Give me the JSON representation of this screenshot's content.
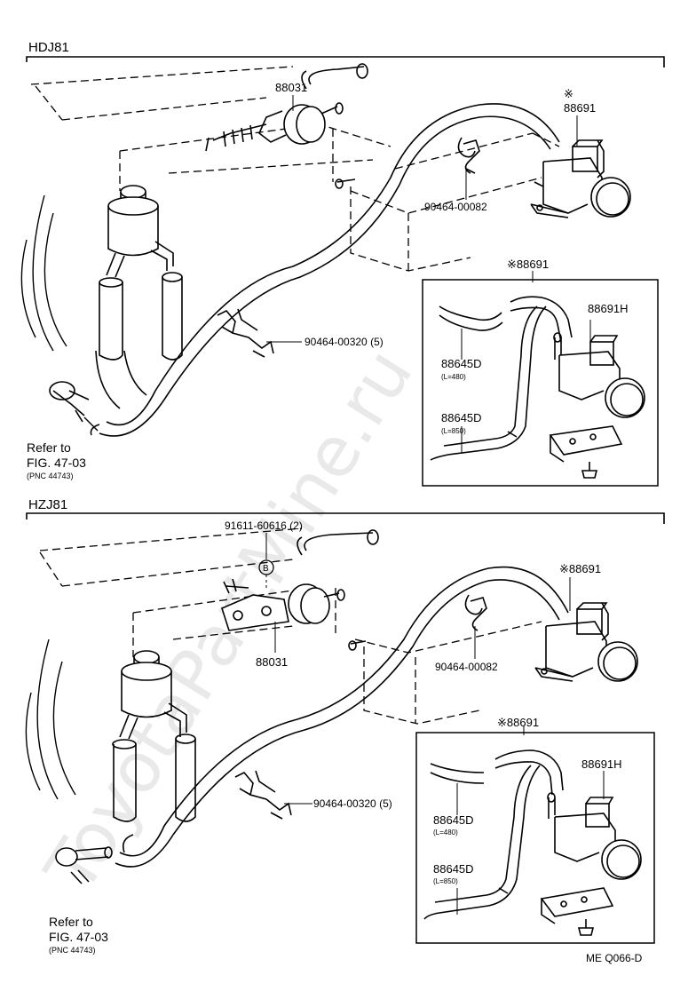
{
  "watermark": "ToyotaPartMine.ru",
  "footer_code": "ME Q066-D",
  "sections": [
    {
      "model": "HDJ81",
      "labels": {
        "part_88031": "88031",
        "part_88691_star": "※",
        "part_88691": "88691",
        "part_90464_00082": "90464-00082",
        "part_90464_00320": "90464-00320 (5)",
        "inset_88691": "※88691",
        "part_88691H": "88691H",
        "hose_short": "88645D",
        "hose_short_len": "(L=480)",
        "hose_long": "88645D",
        "hose_long_len": "(L=850)",
        "refer_line1": "Refer to",
        "refer_line2": "FIG. 47-03",
        "refer_line3": "(PNC 44743)"
      }
    },
    {
      "model": "HZJ81",
      "labels": {
        "part_91611": "91611-60616 (2)",
        "marker_b": "B",
        "part_88031": "88031",
        "part_88691": "※88691",
        "part_90464_00082": "90464-00082",
        "part_90464_00320": "90464-00320 (5)",
        "inset_88691": "※88691",
        "part_88691H": "88691H",
        "hose_short": "88645D",
        "hose_short_len": "(L=480)",
        "hose_long": "88645D",
        "hose_long_len": "(L=850)",
        "refer_line1": "Refer to",
        "refer_line2": "FIG. 47-03",
        "refer_line3": "(PNC 44743)"
      }
    }
  ]
}
